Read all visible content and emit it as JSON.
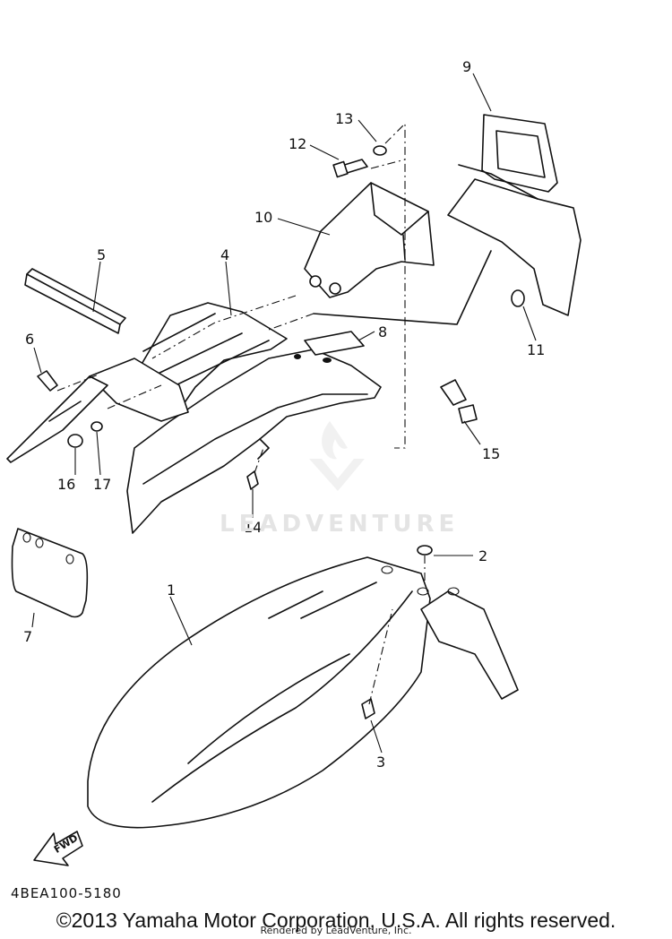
{
  "diagram": {
    "code": "4BEA100-5180",
    "fwd_label": "FWD",
    "callouts": [
      "1",
      "2",
      "3",
      "4",
      "5",
      "6",
      "7",
      "8",
      "9",
      "10",
      "11",
      "12",
      "13",
      "14",
      "15",
      "16",
      "17"
    ]
  },
  "watermark": {
    "text": "LEADVENTURE"
  },
  "footer": {
    "copyright": "©2013 Yamaha Motor Corporation, U.S.A. All rights reserved.",
    "render_note": "Rendered by LeadVenture, Inc."
  }
}
